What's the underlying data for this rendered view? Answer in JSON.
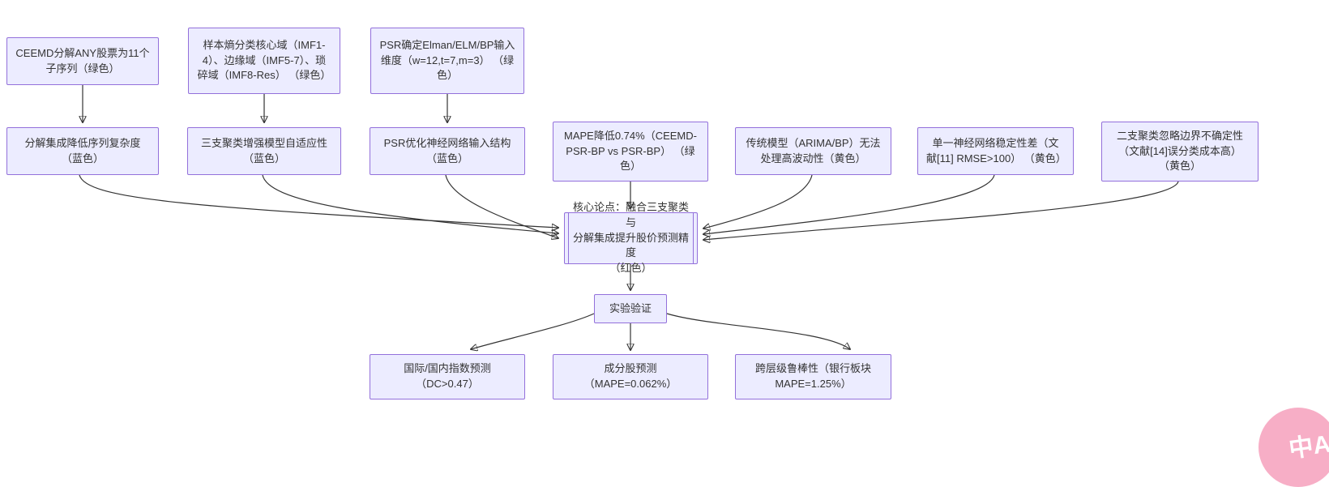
{
  "colors": {
    "node_fill": "#ECECFF",
    "node_border": "#9370DB",
    "edge": "#333333",
    "node_text": "#333333",
    "badge_bg": "#F7AEC6",
    "badge_text": "#FFFFFF"
  },
  "diagram": {
    "type": "flowchart",
    "nodes": [
      {
        "id": "A",
        "label": "CEEMD分解ANY股票为11个\n子序列（绿色）"
      },
      {
        "id": "B",
        "label": "样本熵分类核心域（IMF1-\n4）、边缘域（IMF5-7）、琐\n碎域（IMF8-Res） （绿色）"
      },
      {
        "id": "C",
        "label": "PSR确定Elman/ELM/BP输入\n维度（w=12,t=7,m=3） （绿\n色）"
      },
      {
        "id": "D",
        "label": "分解集成降低序列复杂度\n（蓝色）"
      },
      {
        "id": "E",
        "label": "三支聚类增强模型自适应性\n（蓝色）"
      },
      {
        "id": "F",
        "label": "PSR优化神经网络输入结构\n（蓝色）"
      },
      {
        "id": "G",
        "label": "MAPE降低0.74%（CEEMD-\nPSR-BP vs PSR-BP） （绿\n色）"
      },
      {
        "id": "H",
        "label": "传统模型（ARIMA/BP）无法\n处理高波动性（黄色）"
      },
      {
        "id": "I",
        "label": "单一神经网络稳定性差（文\n献[11] RMSE>100） （黄色）"
      },
      {
        "id": "J",
        "label": "二支聚类忽略边界不确定性\n（文献[14]误分类成本高）\n（黄色）"
      },
      {
        "id": "K",
        "label": "核心论点：融合三支聚类与\n分解集成提升股价预测精度\n（红色）"
      },
      {
        "id": "L",
        "label": "实验验证"
      },
      {
        "id": "M",
        "label": "国际/国内指数预测\n（DC>0.47）"
      },
      {
        "id": "N",
        "label": "成分股预测\n（MAPE=0.062%）"
      },
      {
        "id": "O",
        "label": "跨层级鲁棒性（银行板块\nMAPE=1.25%）"
      }
    ],
    "edges": [
      [
        "A",
        "D"
      ],
      [
        "B",
        "E"
      ],
      [
        "C",
        "F"
      ],
      [
        "D",
        "K"
      ],
      [
        "E",
        "K"
      ],
      [
        "F",
        "K"
      ],
      [
        "G",
        "K"
      ],
      [
        "H",
        "K"
      ],
      [
        "I",
        "K"
      ],
      [
        "J",
        "K"
      ],
      [
        "K",
        "L"
      ],
      [
        "L",
        "M"
      ],
      [
        "L",
        "N"
      ],
      [
        "L",
        "O"
      ]
    ]
  },
  "translate_badge": {
    "label": "中A"
  }
}
